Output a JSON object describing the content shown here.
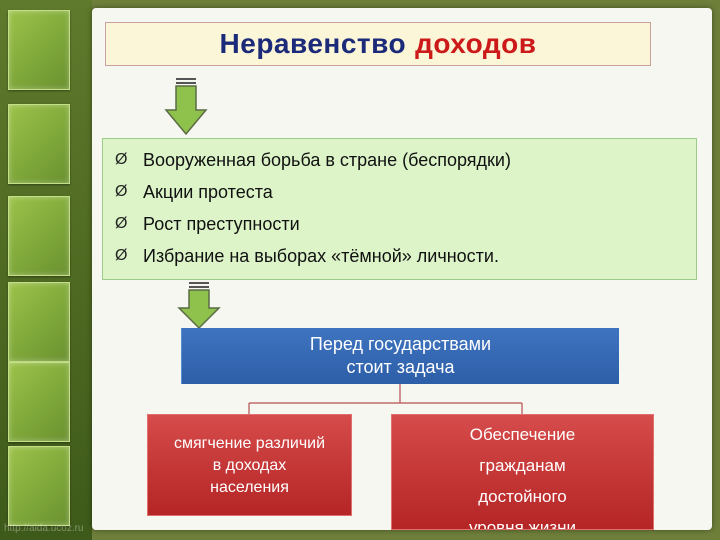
{
  "title": {
    "part1": "Неравенство",
    "part2": "доходов"
  },
  "list": {
    "marker": "Ø",
    "items": [
      "Вооруженная борьба в стране (беспорядки)",
      "Акции протеста",
      "Рост преступности",
      "Избрание на выборах «тёмной» личности."
    ]
  },
  "task": {
    "line1": "Перед государствами",
    "line2": "стоит задача"
  },
  "left_box": {
    "line1": "смягчение различий",
    "line2": "в доходах",
    "line3": "населения"
  },
  "right_box": {
    "line1": "Обеспечение",
    "line2": "гражданам",
    "line3": "достойного",
    "line4": "уровня жизни"
  },
  "watermark": "http://aida.ucoz.ru",
  "colors": {
    "title_blue": "#1c2a7a",
    "title_red": "#cc1a1a",
    "task_blue": "#2d5ea8",
    "box_red": "#b52525",
    "list_bg": "#dcf4c8"
  }
}
